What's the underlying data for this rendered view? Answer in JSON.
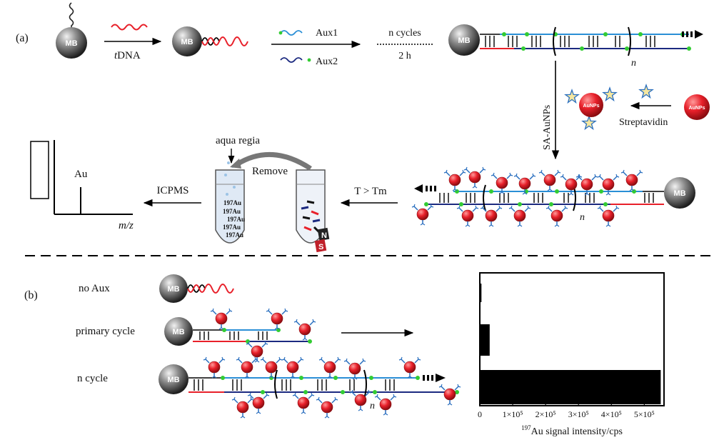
{
  "panel_a": {
    "label": "(a)",
    "bead_label": "MB",
    "tdna_label_italic": "t",
    "tdna_label_rest": "DNA",
    "aux1_label": "Aux1",
    "aux2_label": "Aux2",
    "cycles_label": "n cycles",
    "time_label": "2 h",
    "repeat_label": "n",
    "sa_aunps_label": "SA-AuNPs",
    "streptavidin_label": "Streptavidin",
    "aunps_label": "AuNPs",
    "temp_label": "T > Tm",
    "remove_label": "Remove",
    "aqua_regia_label": "aqua regia",
    "icpms_label": "ICPMS",
    "au_peak_label": "Au",
    "mz_label": "m/z",
    "tube_au_lines": [
      "197Au",
      "197Au",
      "197Au",
      "197Au",
      "197Au"
    ],
    "magnet_label": "N",
    "magnet_label_s": "S"
  },
  "panel_b": {
    "label": "(b)",
    "rows": [
      "no Aux",
      "primary cycle",
      "n cycle"
    ]
  },
  "colors": {
    "tdna": "#e8202a",
    "aux1": "#2a8fd6",
    "aux2": "#1c2a80",
    "biotin": "#33cc33",
    "aunp": "#e8202a",
    "streptavidin": "#f5e7a0"
  },
  "chart_data": {
    "type": "bar",
    "orientation": "horizontal",
    "categories": [
      "no Aux",
      "primary cycle",
      "n cycle"
    ],
    "values": [
      5000,
      30000,
      550000
    ],
    "xlim": [
      0,
      560000
    ],
    "xticks": [
      "0",
      "1×10⁵",
      "2×10⁵",
      "3×10⁵",
      "4×10⁵",
      "5×10⁵"
    ],
    "xtick_values": [
      0,
      100000,
      200000,
      300000,
      400000,
      500000
    ],
    "xlabel_sup": "197",
    "xlabel_rest": "Au signal intensity/cps",
    "bar_color": "#000000"
  }
}
